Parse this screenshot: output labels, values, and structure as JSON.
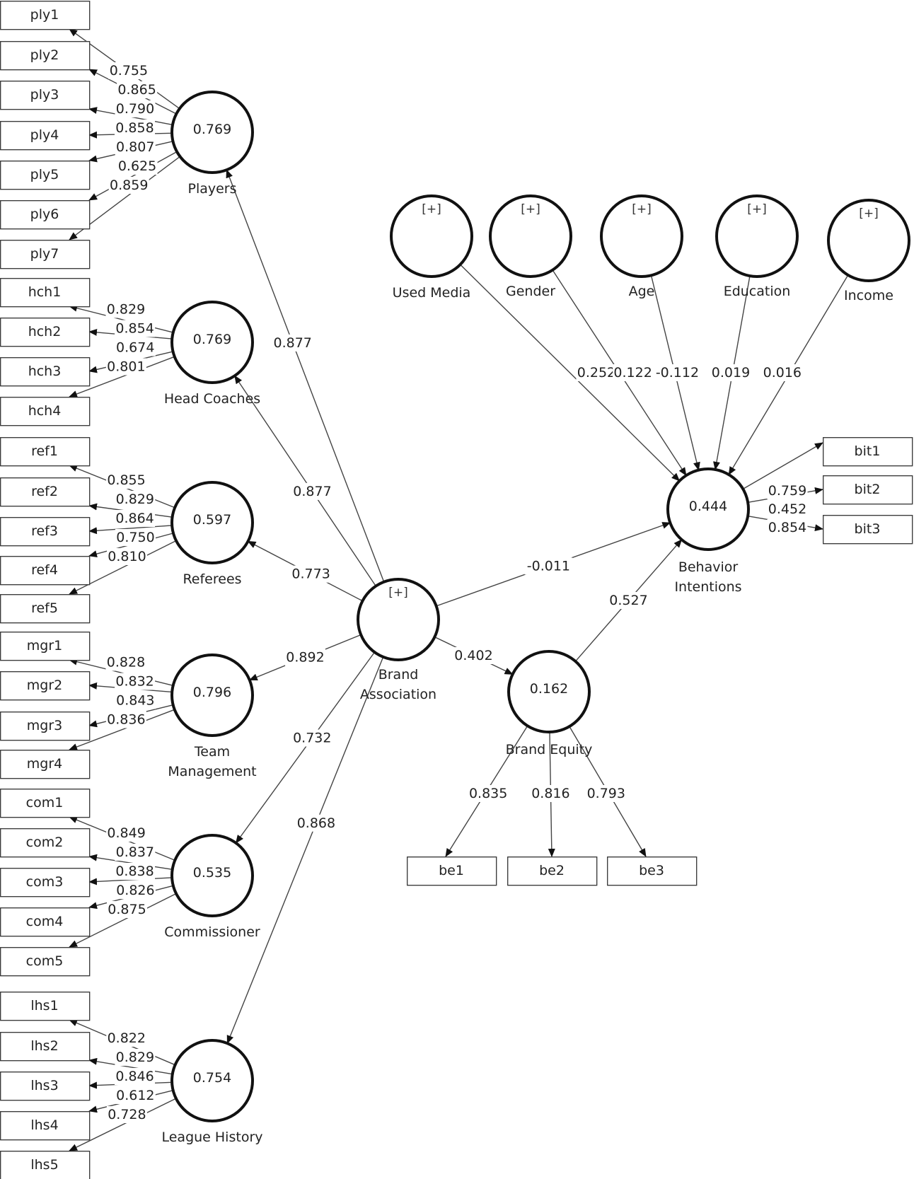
{
  "diagram": {
    "type": "PLS-SEM path model",
    "latent_variables": [
      {
        "id": "players",
        "label": "Players",
        "value": "0.769",
        "formative": false
      },
      {
        "id": "head_coaches",
        "label": "Head Coaches",
        "value": "0.769",
        "formative": false
      },
      {
        "id": "referees",
        "label": "Referees",
        "value": "0.597",
        "formative": false
      },
      {
        "id": "team_management",
        "label": "Team Management",
        "label_lines": [
          "Team",
          "Management"
        ],
        "value": "0.796",
        "formative": false
      },
      {
        "id": "commissioner",
        "label": "Commissioner",
        "value": "0.535",
        "formative": false
      },
      {
        "id": "league_history",
        "label": "League History",
        "value": "0.754",
        "formative": false
      },
      {
        "id": "brand_association",
        "label": "Brand Association",
        "label_lines": [
          "Brand",
          "Association"
        ],
        "value": "",
        "formative": true,
        "marker": "[+]"
      },
      {
        "id": "brand_equity",
        "label": "Brand Equity",
        "value": "0.162",
        "formative": false
      },
      {
        "id": "behavior_intentions",
        "label": "Behavior Intentions",
        "label_lines": [
          "Behavior",
          "Intentions"
        ],
        "value": "0.444",
        "formative": false
      },
      {
        "id": "used_media",
        "label": "Used Media",
        "value": "",
        "formative": true,
        "marker": "[+]"
      },
      {
        "id": "gender",
        "label": "Gender",
        "value": "",
        "formative": true,
        "marker": "[+]"
      },
      {
        "id": "age",
        "label": "Age",
        "value": "",
        "formative": true,
        "marker": "[+]"
      },
      {
        "id": "education",
        "label": "Education",
        "value": "",
        "formative": true,
        "marker": "[+]"
      },
      {
        "id": "income",
        "label": "Income",
        "value": "",
        "formative": true,
        "marker": "[+]"
      }
    ],
    "indicators": [
      {
        "construct": "players",
        "items": [
          {
            "name": "ply1",
            "loading": "0.755"
          },
          {
            "name": "ply2",
            "loading": "0.865"
          },
          {
            "name": "ply3",
            "loading": "0.790"
          },
          {
            "name": "ply4",
            "loading": "0.858"
          },
          {
            "name": "ply5",
            "loading": "0.807"
          },
          {
            "name": "ply6",
            "loading": "0.625"
          },
          {
            "name": "ply7",
            "loading": "0.859"
          }
        ]
      },
      {
        "construct": "head_coaches",
        "items": [
          {
            "name": "hch1",
            "loading": "0.829"
          },
          {
            "name": "hch2",
            "loading": "0.854"
          },
          {
            "name": "hch3",
            "loading": "0.674"
          },
          {
            "name": "hch4",
            "loading": "0.801"
          }
        ]
      },
      {
        "construct": "referees",
        "items": [
          {
            "name": "ref1",
            "loading": "0.855"
          },
          {
            "name": "ref2",
            "loading": "0.829"
          },
          {
            "name": "ref3",
            "loading": "0.864"
          },
          {
            "name": "ref4",
            "loading": "0.750"
          },
          {
            "name": "ref5",
            "loading": "0.810"
          }
        ]
      },
      {
        "construct": "team_management",
        "items": [
          {
            "name": "mgr1",
            "loading": "0.828"
          },
          {
            "name": "mgr2",
            "loading": "0.832"
          },
          {
            "name": "mgr3",
            "loading": "0.843"
          },
          {
            "name": "mgr4",
            "loading": "0.836"
          }
        ]
      },
      {
        "construct": "commissioner",
        "items": [
          {
            "name": "com1",
            "loading": "0.849"
          },
          {
            "name": "com2",
            "loading": "0.837"
          },
          {
            "name": "com3",
            "loading": "0.838"
          },
          {
            "name": "com4",
            "loading": "0.826"
          },
          {
            "name": "com5",
            "loading": "0.875"
          }
        ]
      },
      {
        "construct": "league_history",
        "items": [
          {
            "name": "lhs1",
            "loading": "0.822"
          },
          {
            "name": "lhs2",
            "loading": "0.829"
          },
          {
            "name": "lhs3",
            "loading": "0.846"
          },
          {
            "name": "lhs4",
            "loading": "0.612"
          },
          {
            "name": "lhs5",
            "loading": "0.728"
          }
        ]
      },
      {
        "construct": "brand_equity",
        "items": [
          {
            "name": "be1",
            "loading": "0.835"
          },
          {
            "name": "be2",
            "loading": "0.816"
          },
          {
            "name": "be3",
            "loading": "0.793"
          }
        ]
      },
      {
        "construct": "behavior_intentions",
        "items": [
          {
            "name": "bit1",
            "loading": "0.759"
          },
          {
            "name": "bit2",
            "loading": "0.452"
          },
          {
            "name": "bit3",
            "loading": "0.854"
          }
        ]
      }
    ],
    "paths": [
      {
        "from": "brand_association",
        "to": "players",
        "coefficient": "0.877"
      },
      {
        "from": "brand_association",
        "to": "head_coaches",
        "coefficient": "0.877"
      },
      {
        "from": "brand_association",
        "to": "referees",
        "coefficient": "0.773"
      },
      {
        "from": "brand_association",
        "to": "team_management",
        "coefficient": "0.892"
      },
      {
        "from": "brand_association",
        "to": "commissioner",
        "coefficient": "0.732"
      },
      {
        "from": "brand_association",
        "to": "league_history",
        "coefficient": "0.868"
      },
      {
        "from": "brand_association",
        "to": "brand_equity",
        "coefficient": "0.402"
      },
      {
        "from": "brand_association",
        "to": "behavior_intentions",
        "coefficient": "-0.011"
      },
      {
        "from": "brand_equity",
        "to": "behavior_intentions",
        "coefficient": "0.527"
      },
      {
        "from": "used_media",
        "to": "behavior_intentions",
        "coefficient": "0.252"
      },
      {
        "from": "gender",
        "to": "behavior_intentions",
        "coefficient": "0.122"
      },
      {
        "from": "age",
        "to": "behavior_intentions",
        "coefficient": "-0.112"
      },
      {
        "from": "education",
        "to": "behavior_intentions",
        "coefficient": "0.019"
      },
      {
        "from": "income",
        "to": "behavior_intentions",
        "coefficient": "0.016"
      }
    ]
  }
}
